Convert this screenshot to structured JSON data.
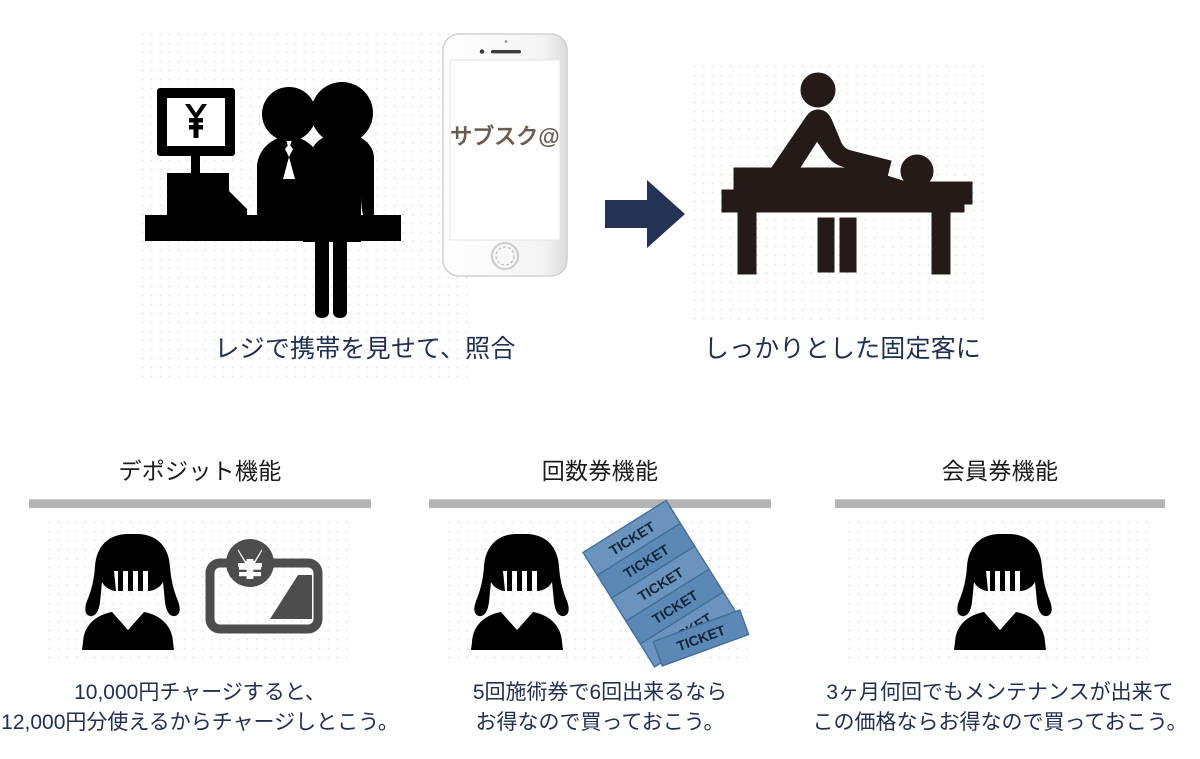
{
  "colors": {
    "arrow": "#253254",
    "caption_text": "#22304e",
    "title_text": "#1b1b1b",
    "rule": "#b3b3b3",
    "ticket_blue": "#5b88b5",
    "ticket_blue_dark": "#4a76a2",
    "wallet_gray": "#4d4d4d",
    "silhouette": "#000000",
    "massage_dark": "#241b18",
    "phone_text": "#6b5c52"
  },
  "top": {
    "left_panel": {
      "caption": "レジで携帯を見せて、照合",
      "scene_name": "店舗レジ",
      "phone": {
        "screen_text": "サブスク@"
      }
    },
    "arrow": {
      "icon": "arrow-right-icon"
    },
    "right_panel": {
      "caption": "しっかりとした固定客に",
      "scene_name": "施術ベッド"
    }
  },
  "features": [
    {
      "title": "デポジット機能",
      "icons": [
        "woman-avatar-icon",
        "wallet-yen-icon"
      ],
      "caption": "10,000円チャージすると、\n12,000円分使えるからチャージしとこう。",
      "caption_lines": [
        "10,000円チャージすると、",
        "12,000円分使えるからチャージしとこう。"
      ]
    },
    {
      "title": "回数券機能",
      "icons": [
        "woman-avatar-icon",
        "ticket-book-icon"
      ],
      "ticket_label": "TICKET",
      "ticket_count": 6,
      "caption": "5回施術券で6回出来るなら\nお得なので買っておこう。",
      "caption_lines": [
        "5回施術券で6回出来るなら",
        "お得なので買っておこう。"
      ]
    },
    {
      "title": "会員券機能",
      "icons": [
        "woman-avatar-icon"
      ],
      "caption": "3ヶ月何回でもメンテナンスが出来て\nこの価格ならお得なので買っておこう。",
      "caption_lines": [
        "3ヶ月何回でもメンテナンスが出来て",
        "この価格ならお得なので買っておこう。"
      ]
    }
  ]
}
